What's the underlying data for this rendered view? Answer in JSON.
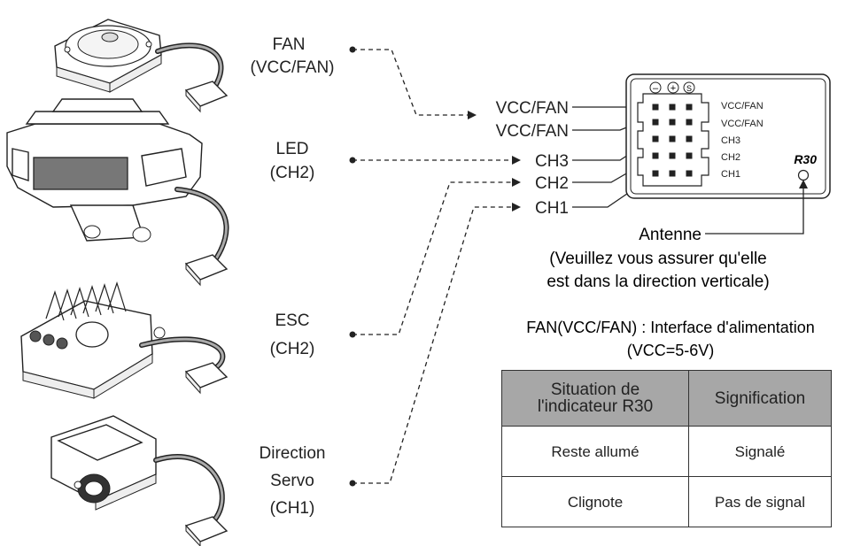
{
  "peripherals": {
    "fan": {
      "line1": "FAN",
      "line2": "(VCC/FAN)"
    },
    "led": {
      "line1": "LED",
      "line2": "(CH2)"
    },
    "esc": {
      "line1": "ESC",
      "line2": "(CH2)"
    },
    "servo": {
      "line1": "Direction",
      "line2": "Servo",
      "line3": "(CH1)"
    }
  },
  "receiver": {
    "model": "R30",
    "polarity_symbols": [
      "⊖",
      "⊕",
      "S"
    ],
    "port_labels": [
      "VCC/FAN",
      "VCC/FAN",
      "CH3",
      "CH2",
      "CH1"
    ],
    "side_labels": [
      "VCC/FAN",
      "VCC/FAN",
      "CH3",
      "CH2",
      "CH1"
    ]
  },
  "antenna": {
    "label": "Antenne",
    "note_line1": "(Veuillez vous assurer qu'elle",
    "note_line2": "est dans la direction verticale)"
  },
  "power_note": {
    "line1": "FAN(VCC/FAN) : Interface d'alimentation",
    "line2": "(VCC=5-6V)"
  },
  "indicator_table": {
    "header_col1_line1": "Situation de",
    "header_col1_line2": "l'indicateur R30",
    "header_col2": "Signification",
    "rows": [
      {
        "state": "Reste allumé",
        "meaning": "Signalé"
      },
      {
        "state": "Clignote",
        "meaning": "Pas de signal"
      }
    ]
  }
}
